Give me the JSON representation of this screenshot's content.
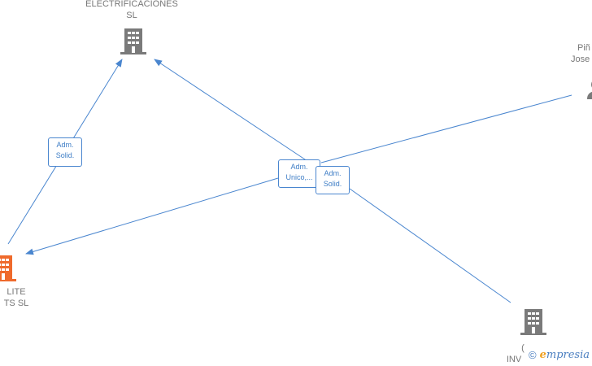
{
  "colors": {
    "edge": "#4a86cf",
    "building_gray": "#7a7a7a",
    "building_orange": "#ef6a2c",
    "label": "#777777"
  },
  "nodes": {
    "top": {
      "line1": "ELECTRIFICACIONES",
      "line2": "SL",
      "icon": "building-icon"
    },
    "left": {
      "line1": "LITE",
      "line2": "TS  SL",
      "icon": "building-icon"
    },
    "right_top": {
      "line1": "Piñ",
      "line2": "Jose",
      "icon": "person-icon"
    },
    "bottom_right": {
      "line1": "(",
      "line2": "INV",
      "icon": "building-icon"
    }
  },
  "edge_labels": {
    "left": {
      "line1": "Adm.",
      "line2": "Solid."
    },
    "center_a": {
      "line1": "Adm.",
      "line2": "Unico,..."
    },
    "center_b": {
      "line1": "Adm.",
      "line2": "Solid."
    }
  },
  "watermark": {
    "copyright": "©",
    "brand_e": "e",
    "brand_rest": "mpresia"
  }
}
